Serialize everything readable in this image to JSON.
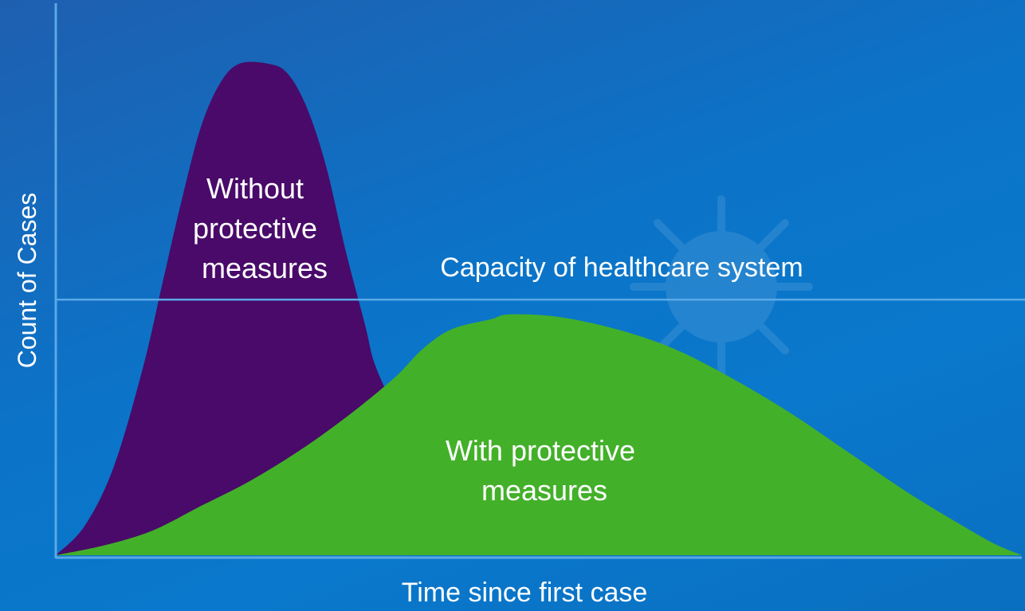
{
  "chart_data": {
    "type": "area",
    "ylabel": "Count of Cases",
    "xlabel": "Time since first case",
    "capacity_label": "Capacity of healthcare system",
    "capacity_level": 0.52,
    "xlim": [
      0,
      1
    ],
    "ylim": [
      0,
      1
    ],
    "series": [
      {
        "label_lines": [
          "Without",
          "protective",
          "measures"
        ],
        "peak_x": 0.22,
        "peak_y": 1.0,
        "color": "#490a69",
        "points": [
          [
            0.0,
            0.0
          ],
          [
            0.03,
            0.06
          ],
          [
            0.06,
            0.18
          ],
          [
            0.09,
            0.38
          ],
          [
            0.11,
            0.55
          ],
          [
            0.13,
            0.72
          ],
          [
            0.15,
            0.87
          ],
          [
            0.17,
            0.96
          ],
          [
            0.19,
            1.0
          ],
          [
            0.22,
            1.0
          ],
          [
            0.24,
            0.98
          ],
          [
            0.26,
            0.91
          ],
          [
            0.28,
            0.79
          ],
          [
            0.3,
            0.62
          ],
          [
            0.32,
            0.47
          ],
          [
            0.33,
            0.39
          ],
          [
            0.35,
            0.3
          ]
        ]
      },
      {
        "label_lines": [
          "With protective",
          "measures"
        ],
        "peak_x": 0.47,
        "peak_y": 0.49,
        "color": "#43b02a",
        "points": [
          [
            0.0,
            0.0
          ],
          [
            0.05,
            0.02
          ],
          [
            0.1,
            0.05
          ],
          [
            0.15,
            0.1
          ],
          [
            0.2,
            0.15
          ],
          [
            0.25,
            0.21
          ],
          [
            0.3,
            0.28
          ],
          [
            0.35,
            0.36
          ],
          [
            0.38,
            0.42
          ],
          [
            0.41,
            0.46
          ],
          [
            0.45,
            0.48
          ],
          [
            0.47,
            0.49
          ],
          [
            0.52,
            0.485
          ],
          [
            0.58,
            0.46
          ],
          [
            0.64,
            0.42
          ],
          [
            0.7,
            0.36
          ],
          [
            0.76,
            0.29
          ],
          [
            0.82,
            0.21
          ],
          [
            0.88,
            0.13
          ],
          [
            0.93,
            0.07
          ],
          [
            0.97,
            0.025
          ],
          [
            1.0,
            0.0
          ]
        ]
      }
    ],
    "grid": false,
    "legend": "none"
  },
  "colors": {
    "background": "#0b74c8",
    "axis": "#5aa9e6",
    "text": "#ffffff"
  },
  "icons": {
    "background_decoration": "virus-icon"
  }
}
